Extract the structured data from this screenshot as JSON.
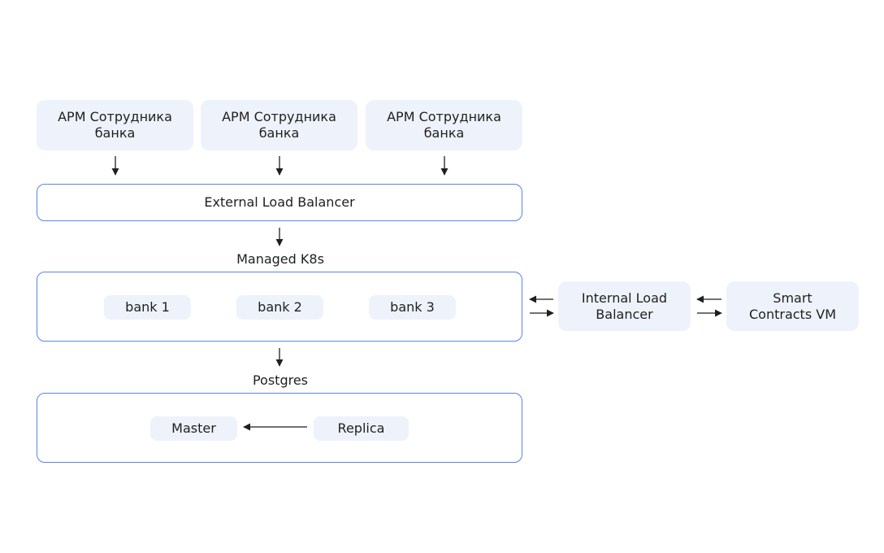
{
  "workstations": [
    {
      "label": "АРМ Сотрудника банка"
    },
    {
      "label": "АРМ Сотрудника банка"
    },
    {
      "label": "АРМ Сотрудника банка"
    }
  ],
  "external_lb": {
    "label": "External Load Balancer"
  },
  "k8s": {
    "title": "Managed K8s",
    "banks": [
      {
        "label": "bank 1"
      },
      {
        "label": "bank 2"
      },
      {
        "label": "bank 3"
      }
    ]
  },
  "internal_lb": {
    "label": "Internal Load Balancer"
  },
  "smart_contracts": {
    "label": "Smart Contracts VM"
  },
  "postgres": {
    "title": "Postgres",
    "master": {
      "label": "Master"
    },
    "replica": {
      "label": "Replica"
    }
  },
  "colors": {
    "box_fill": "#eef2fb",
    "outline": "#5b84e8",
    "arrow": "#1f1f1f"
  }
}
